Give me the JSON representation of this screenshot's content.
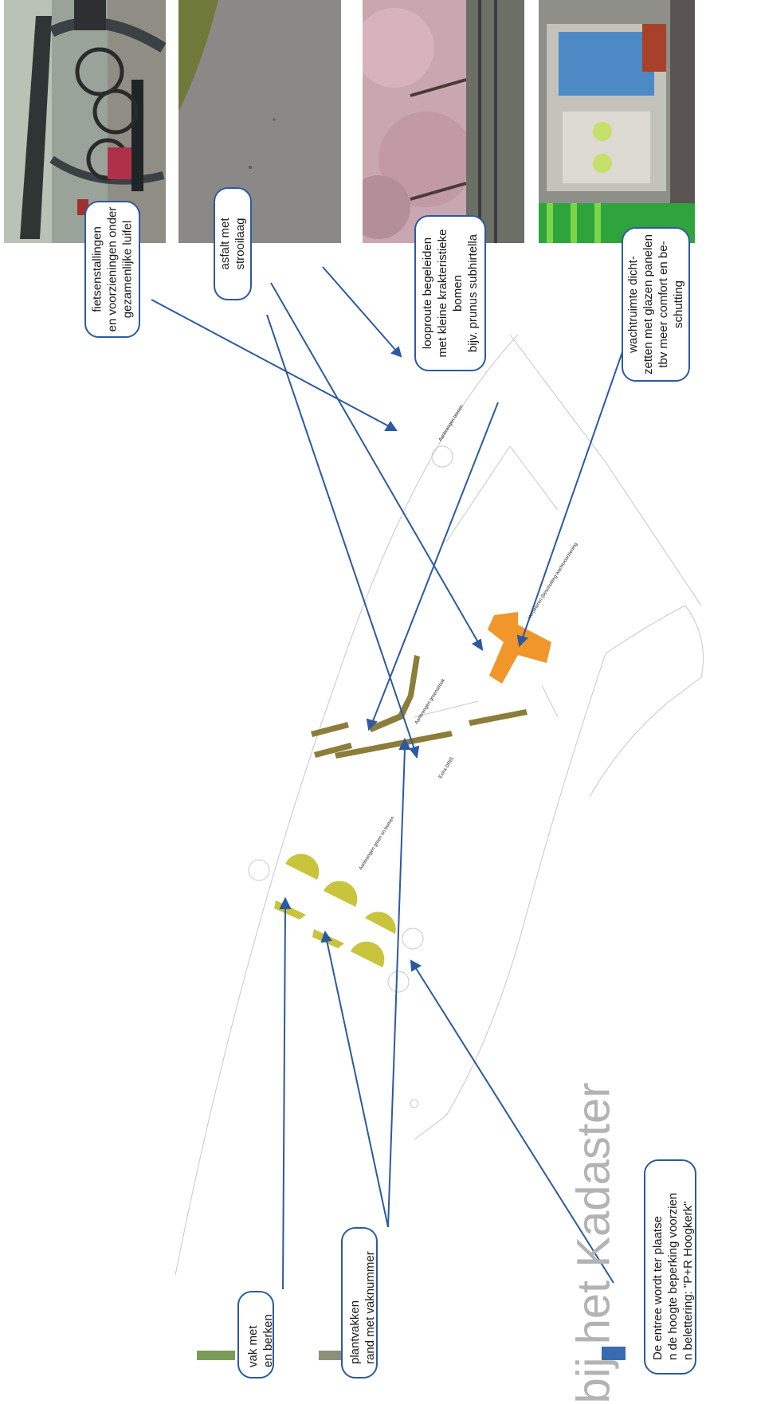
{
  "title": "bij het Kadaster",
  "callouts": {
    "bicycle_shelter": [
      "fietsenstallingen",
      "en voorzieningen onder",
      "gezamenlijke luifel"
    ],
    "asphalt": [
      "asfalt met",
      "strooilaag"
    ],
    "walking_route": [
      "looproute begeleiden",
      "met kleine krakteristieke",
      "bomen",
      "bijv. prunus subhirtella"
    ],
    "waiting_room": [
      "wachtruimte dicht-",
      "zetten met glazen panelen",
      "tbv meer comfort en be-",
      "schutting"
    ],
    "birches": [
      "vak met",
      "en berken"
    ],
    "plant_beds": [
      "plantvakken",
      "rand met vaknummer"
    ],
    "entrance": [
      "De entree wordt ter plaatse",
      "n de hoogte beperking voorzien",
      "n belettering: \"P+R Hoogkerk\""
    ]
  },
  "plan_labels": {
    "trees": "Aanbrengen bomen",
    "shelter": "Verbeteren (beschutting wachtvoorziening",
    "greenstrip": "Aanbrengen groenstrook",
    "extra_dris": "Extra DRIS",
    "green_trees": "Aanbrengen groen en bomen"
  },
  "colors": {
    "arrow": "#2c5aa0",
    "shelter": "#f0962a",
    "greenstrip": "#8b7d3a",
    "tree_beds": "#c8c43c"
  }
}
